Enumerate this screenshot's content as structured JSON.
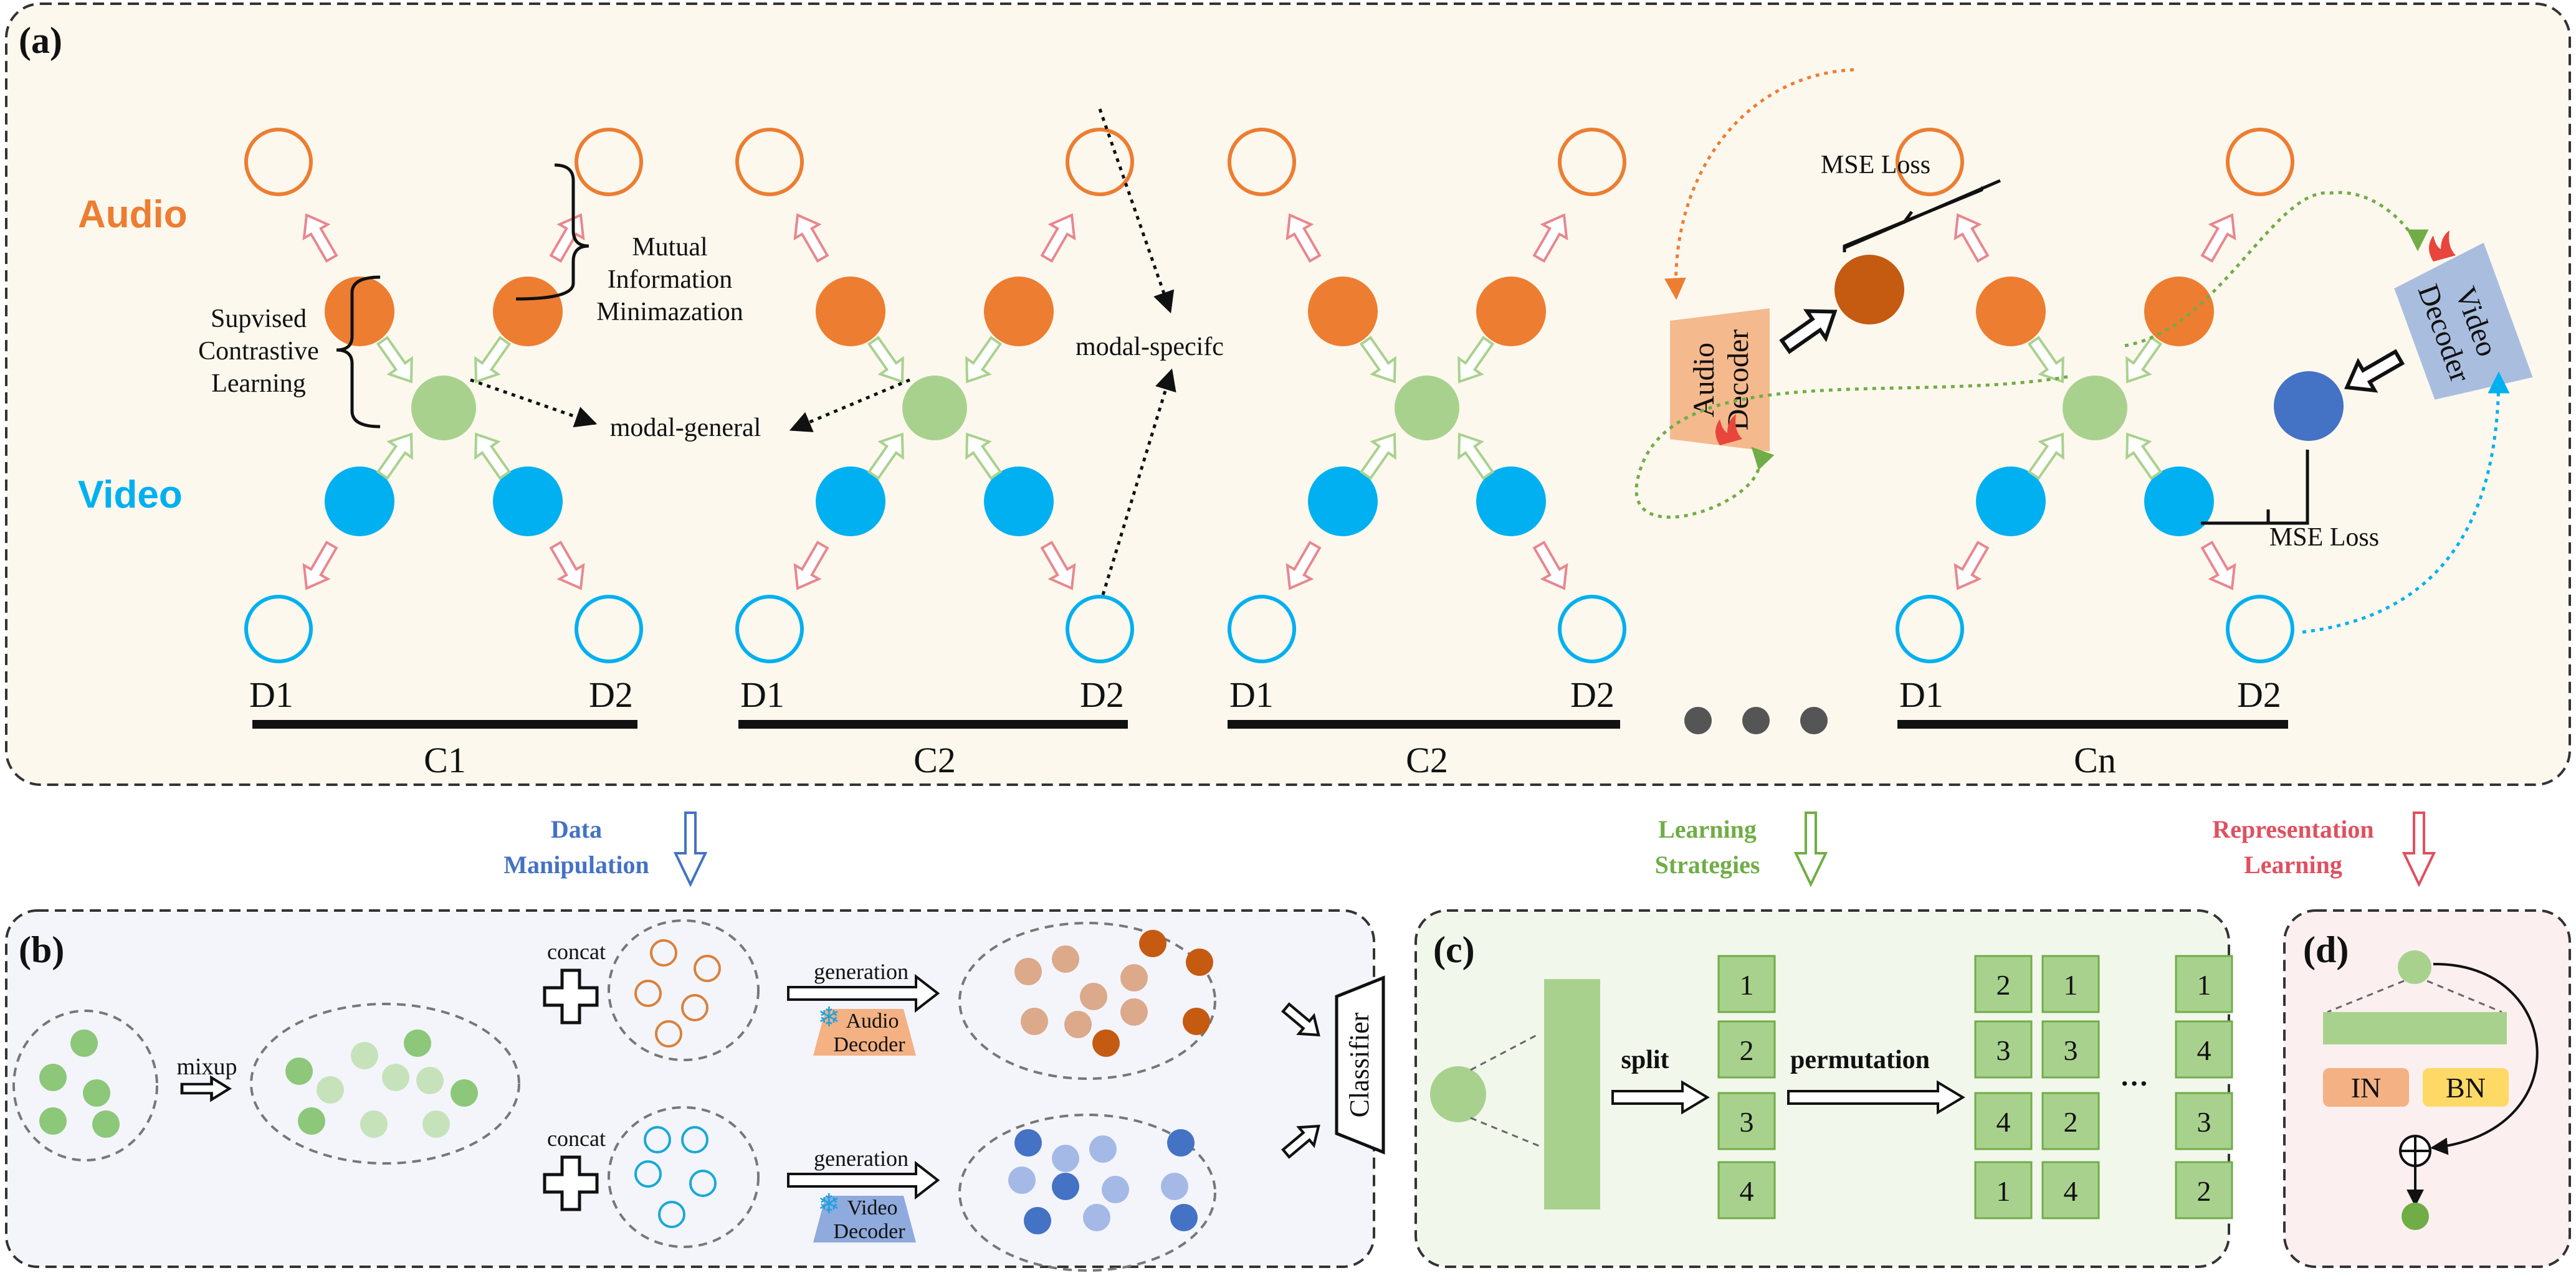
{
  "panel_a": {
    "label": "(a)",
    "audio": "Audio",
    "video": "Video",
    "d1": "D1",
    "d2": "D2",
    "clusters": [
      "C1",
      "C2",
      "C2",
      "Cn"
    ],
    "supervised": [
      "Supvised",
      "Contrastive",
      "Learning"
    ],
    "mutual": [
      "Mutual",
      "Information",
      "Minimazation"
    ],
    "modal_general": "modal-general",
    "modal_specific": "modal-specifc",
    "mse_loss": "MSE Loss",
    "mse_loss_2": "MSE Loss",
    "audio_decoder": [
      "Audio",
      "Decoder"
    ],
    "video_decoder": [
      "Video",
      "Decoder"
    ]
  },
  "arrows_between": {
    "data_manipulation": [
      "Data",
      "Manipulation"
    ],
    "learning_strategies": [
      "Learning",
      "Strategies"
    ],
    "representation_learning": [
      "Representation",
      "Learning"
    ]
  },
  "panel_b": {
    "label": "(b)",
    "mixup": "mixup",
    "concat_top": "concat",
    "concat_bottom": "concat",
    "generation_top": "generation",
    "generation_bottom": "generation",
    "audio_decoder": [
      "Audio",
      "Decoder"
    ],
    "video_decoder": [
      "Video",
      "Decoder"
    ],
    "classifier": "Classifier"
  },
  "panel_c": {
    "label": "(c)",
    "split": "split",
    "permutation": "permutation",
    "ellipsis": "···",
    "split_cells": [
      "1",
      "2",
      "3",
      "4"
    ],
    "perm_col1": [
      "2",
      "3",
      "4",
      "1"
    ],
    "perm_col2": [
      "1",
      "3",
      "2",
      "4"
    ],
    "perm_col3": [
      "1",
      "4",
      "3",
      "2"
    ]
  },
  "panel_d": {
    "label": "(d)",
    "in": "IN",
    "bn": "BN"
  },
  "colors": {
    "audio_orange": "#ED7D31",
    "video_blue": "#00B0F0",
    "green": "#A9D18E",
    "panel_a_bg": "#FCF8EE",
    "panel_b_bg": "#F3F5FB",
    "panel_c_bg": "#F2F7EC",
    "panel_d_bg": "#FCEFF0",
    "data_manip_blue": "#4472C4",
    "learning_green": "#70AD47",
    "repr_red": "#E05060"
  }
}
